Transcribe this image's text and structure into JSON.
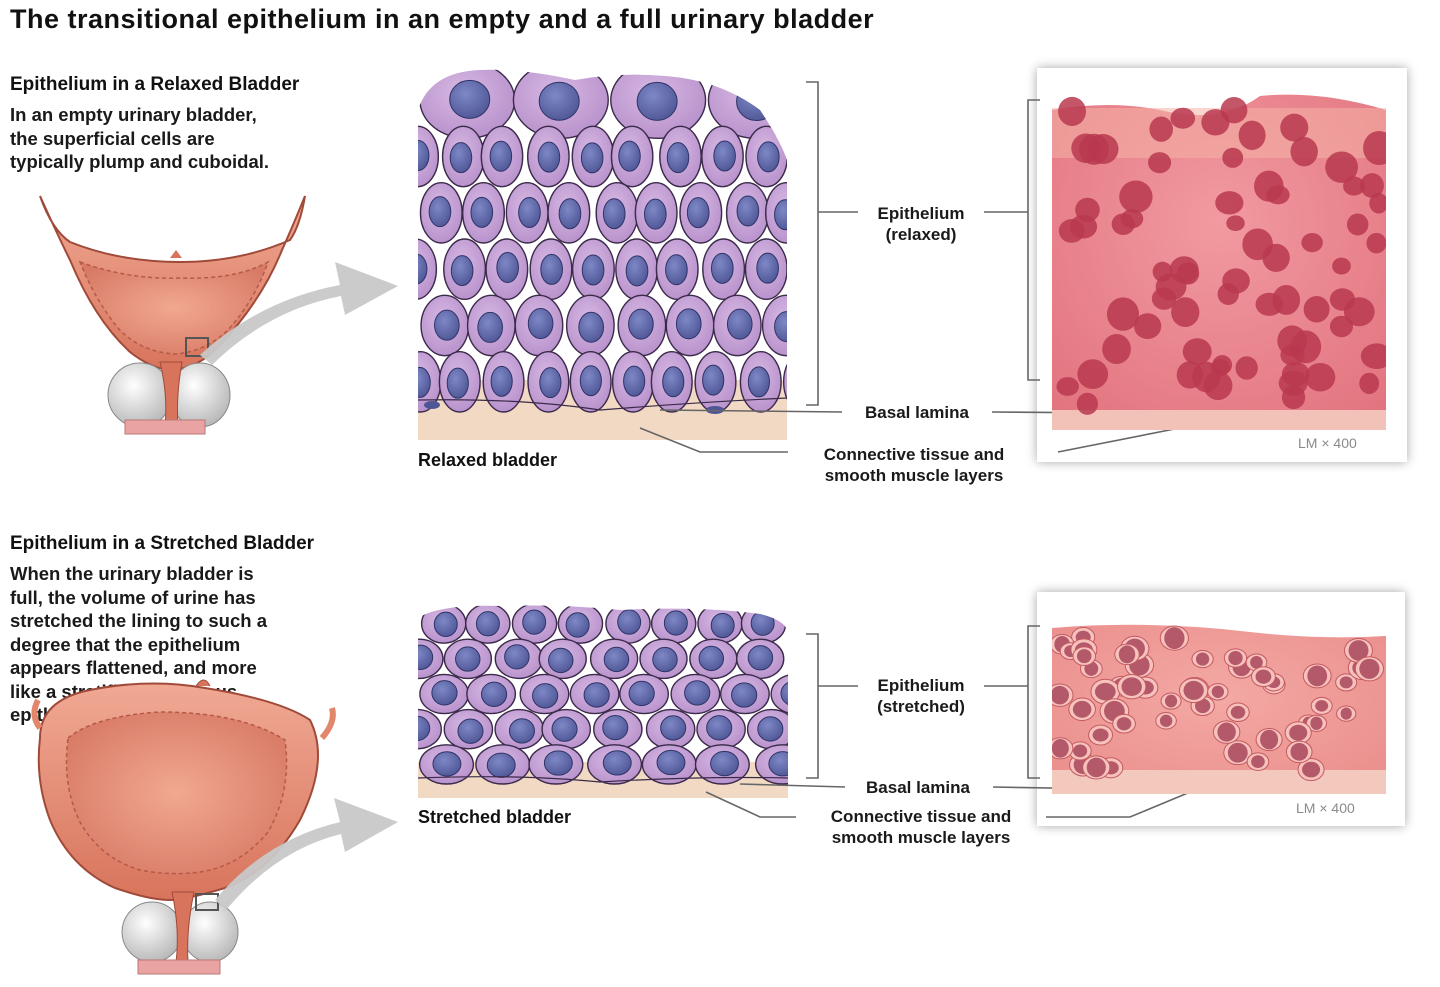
{
  "title": "The transitional epithelium in an empty and a full urinary bladder",
  "relaxed": {
    "heading": "Epithelium in a Relaxed Bladder",
    "description_lines": [
      "In an empty urinary bladder,",
      "the superficial cells are",
      "typically plump and cuboidal."
    ],
    "caption": "Relaxed bladder",
    "epithelium_label_1": "Epithelium",
    "epithelium_label_2": "(relaxed)",
    "basal_label": "Basal lamina",
    "connective_label_1": "Connective tissue and",
    "connective_label_2": "smooth muscle layers",
    "magnification": "LM × 400"
  },
  "stretched": {
    "heading": "Epithelium in a Stretched Bladder",
    "description_lines": [
      "When the urinary bladder is",
      "full, the volume of urine has",
      "stretched the lining to such a",
      "degree that the epithelium",
      "appears flattened, and more",
      "like a stratified squamous",
      "epithelium."
    ],
    "caption": "Stretched bladder",
    "epithelium_label_1": "Epithelium",
    "epithelium_label_2": "(stretched)",
    "basal_label": "Basal lamina",
    "connective_label_1": "Connective tissue and",
    "connective_label_2": "smooth muscle layers",
    "magnification": "LM × 400"
  },
  "colors": {
    "cell_fill": "#c9a6d8",
    "cell_outline": "#3b2a4a",
    "nucleus": "#6a72b0",
    "connective": "#f1d9c3",
    "tissue_pink": "#e8828a",
    "bladder_flesh": "#e2876c",
    "arrow_gray": "#c8c8c8"
  }
}
